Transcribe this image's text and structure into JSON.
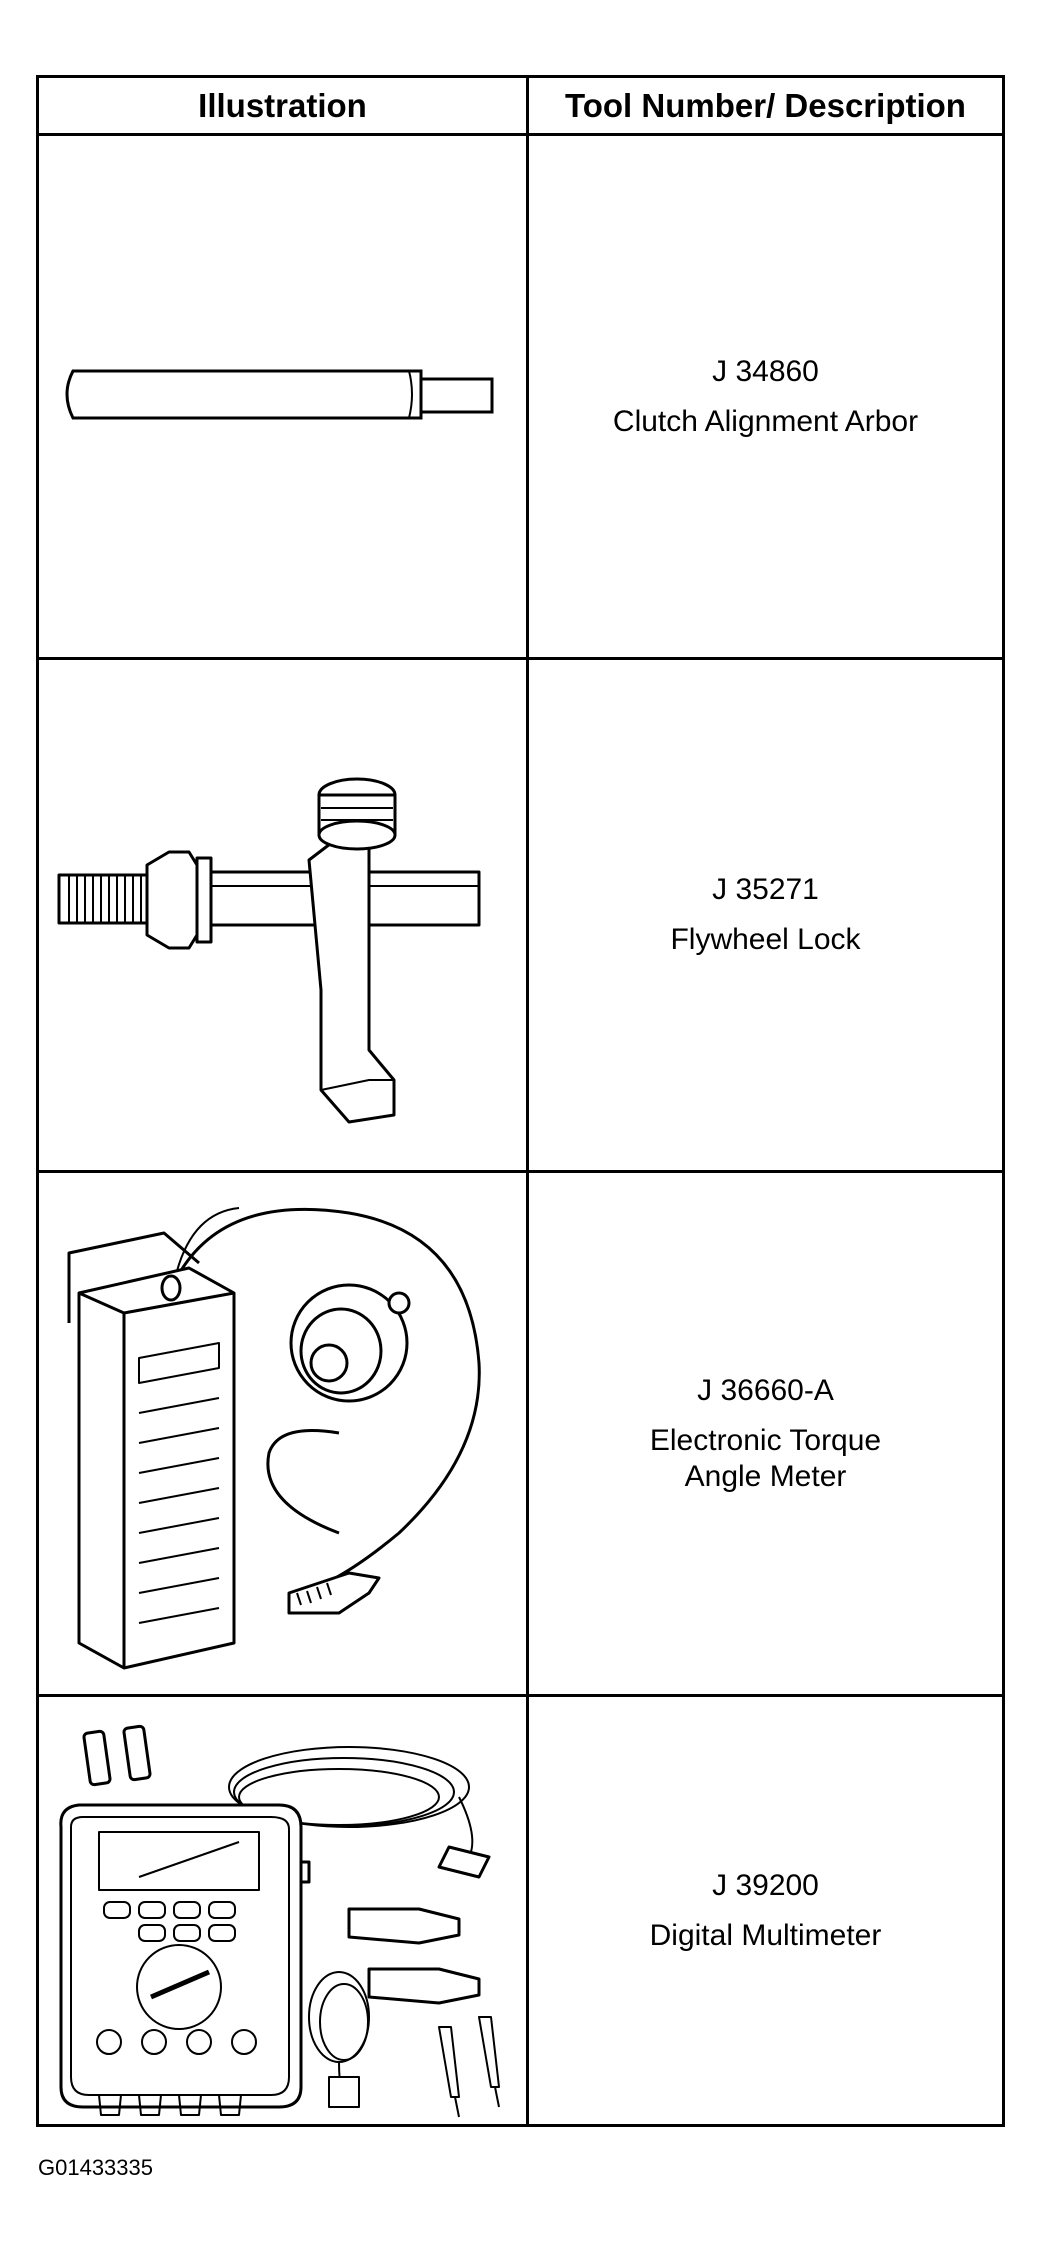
{
  "table": {
    "headers": {
      "illustration": "Illustration",
      "description": "Tool Number/ Description"
    },
    "rows": [
      {
        "tool_number": "J 34860",
        "description": "Clutch Alignment Arbor",
        "icon": "clutch-alignment-arbor-icon"
      },
      {
        "tool_number": "J 35271",
        "description": "Flywheel Lock",
        "icon": "flywheel-lock-icon"
      },
      {
        "tool_number": "J 36660-A",
        "description": "Electronic Torque\nAngle Meter",
        "icon": "torque-angle-meter-icon"
      },
      {
        "tool_number": "J 39200",
        "description": "Digital Multimeter",
        "icon": "digital-multimeter-icon"
      }
    ]
  },
  "figure_id": "G01433335"
}
